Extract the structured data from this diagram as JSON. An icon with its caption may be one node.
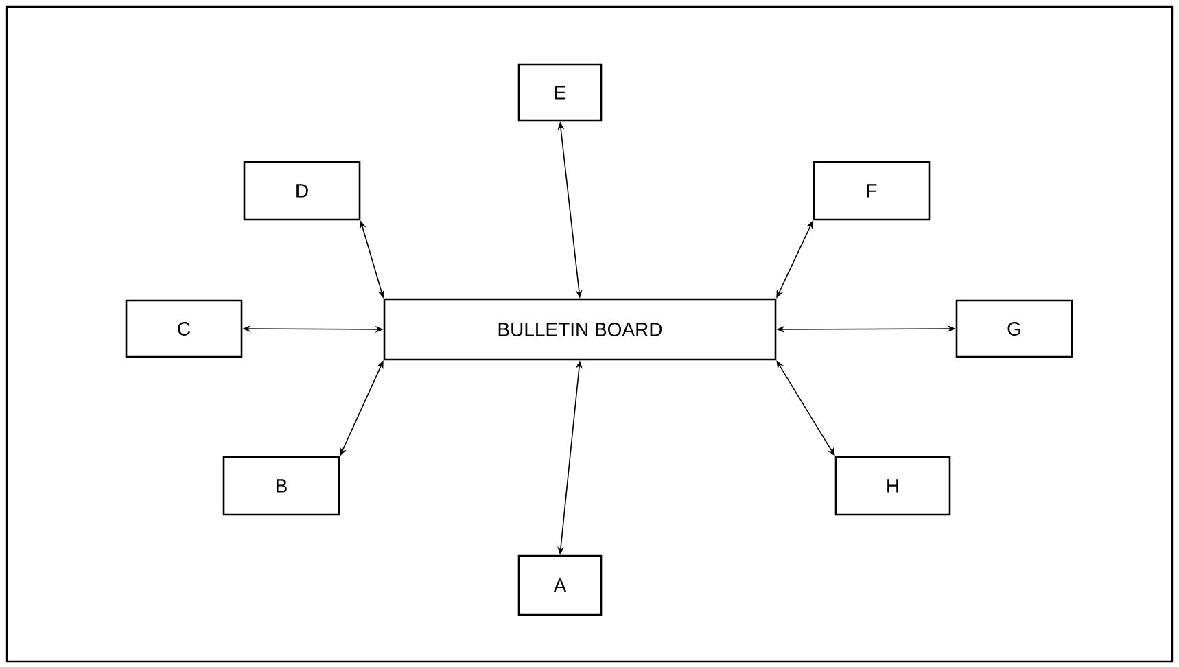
{
  "diagram": {
    "nodes": [
      {
        "text": [
          "E"
        ]
      },
      {
        "text": [
          "D"
        ]
      },
      {
        "text": [
          "F"
        ]
      },
      {
        "text": [
          "C"
        ]
      },
      {
        "text": [
          "BULLETIN BOARD"
        ]
      },
      {
        "text": [
          "G"
        ]
      },
      {
        "text": [
          "B"
        ]
      },
      {
        "text": [
          "H"
        ]
      },
      {
        "text": [
          "A"
        ]
      }
    ],
    "edges": [
      {
        "from": 4,
        "to": 0,
        "arrow": "both"
      },
      {
        "from": 4,
        "to": 1,
        "arrow": "both"
      },
      {
        "from": 4,
        "to": 2,
        "arrow": "both"
      },
      {
        "from": 4,
        "to": 3,
        "arrow": "both"
      },
      {
        "from": 4,
        "to": 5,
        "arrow": "both"
      },
      {
        "from": 4,
        "to": 6,
        "arrow": "both"
      },
      {
        "from": 4,
        "to": 7,
        "arrow": "both"
      },
      {
        "from": 4,
        "to": 8,
        "arrow": "both"
      }
    ]
  }
}
